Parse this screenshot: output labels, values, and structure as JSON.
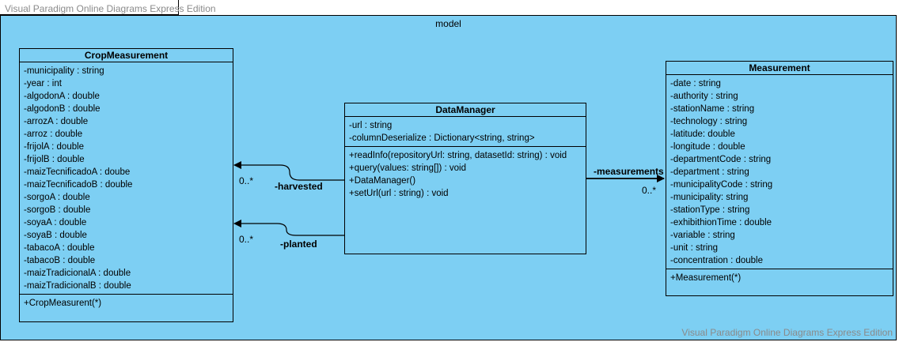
{
  "watermark": "Visual Paradigm Online Diagrams Express Edition",
  "package": {
    "name": "model"
  },
  "classes": {
    "crop_measurement": {
      "name": "CropMeasurement",
      "attributes": [
        "-municipality : string",
        "-year : int",
        "-algodonA : double",
        "-algodonB : double",
        "-arrozA : double",
        "-arroz : double",
        "-frijolA : double",
        "-frijolB : double",
        "-maizTecnificadoA : doube",
        "-maizTecnificadoB : double",
        "-sorgoA : double",
        "-sorgoB : double",
        "-soyaA : double",
        "-soyaB : double",
        "-tabacoA : double",
        "-tabacoB : double",
        "-maizTradicionalA : double",
        "-maizTradicionalB : double"
      ],
      "operations": [
        "+CropMeasurent(*)"
      ]
    },
    "data_manager": {
      "name": "DataManager",
      "attributes": [
        "-url : string",
        "-columnDeserialize : Dictionary<string, string>"
      ],
      "operations": [
        "+readInfo(repositoryUrl: string, datasetId: string) : void",
        "+query(values: string[]) : void",
        "+DataManager()",
        "+setUrl(url : string) : void"
      ]
    },
    "measurement": {
      "name": "Measurement",
      "attributes": [
        "-date : string",
        "-authority : string",
        "-stationName : string",
        "-technology : string",
        "-latitude: double",
        "-longitude : double",
        "-departmentCode : string",
        "-department : string",
        "-municipalityCode : string",
        "-municipality: string",
        "-stationType : string",
        "-exhibithionTime : double",
        "-variable : string",
        "-unit : string",
        "-concentration : double"
      ],
      "operations": [
        "+Measurement(*)"
      ]
    }
  },
  "associations": {
    "harvested": {
      "role": "-harvested",
      "multiplicity": "0..*"
    },
    "planted": {
      "role": "-planted",
      "multiplicity": "0..*"
    },
    "measurements": {
      "role": "-measurements",
      "multiplicity": "0..*"
    }
  }
}
